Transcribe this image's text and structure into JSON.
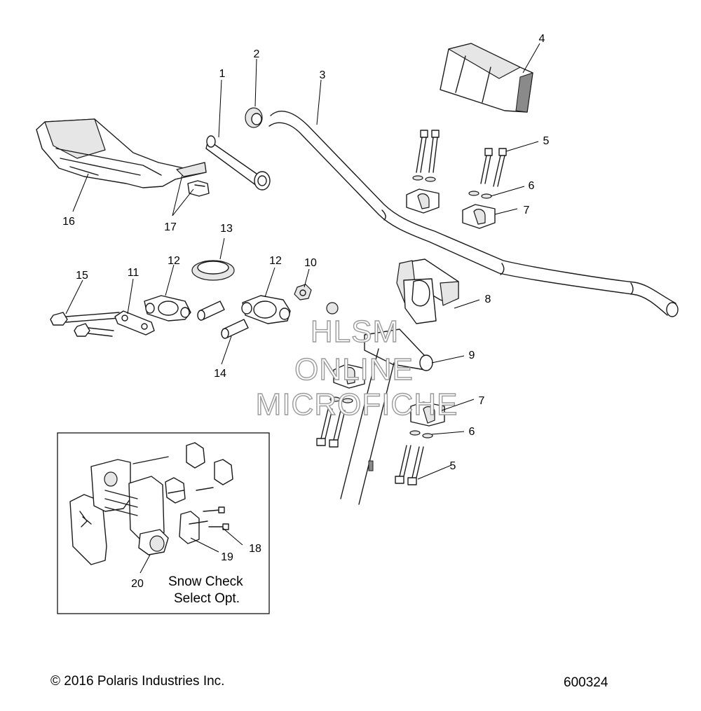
{
  "callouts": {
    "c1": "1",
    "c2": "2",
    "c3": "3",
    "c4": "4",
    "c5a": "5",
    "c5b": "5",
    "c6a": "6",
    "c6b": "6",
    "c7a": "7",
    "c7b": "7",
    "c8": "8",
    "c9": "9",
    "c10": "10",
    "c11": "11",
    "c12a": "12",
    "c12b": "12",
    "c13": "13",
    "c14": "14",
    "c15": "15",
    "c16": "16",
    "c17": "17",
    "c18": "18",
    "c19": "19",
    "c20": "20"
  },
  "watermark": {
    "line1": "HLSM",
    "line2": "ONLINE",
    "line3": "MICROFICHE"
  },
  "inset": {
    "note_line1": "Snow Check",
    "note_line2": "Select Opt."
  },
  "footer": {
    "copyright": "© 2016 Polaris Industries Inc.",
    "diagram_id": "600324"
  }
}
